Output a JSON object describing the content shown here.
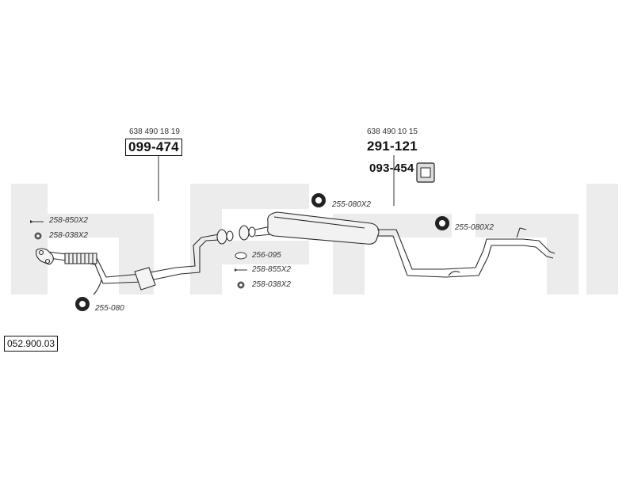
{
  "parts": {
    "front_pipe_pn": "638 490 18 19",
    "front_pipe_code": "099-474",
    "rear_box_pn": "638 490 10 15",
    "rear_box_code": "291-121",
    "hanger_code": "093-454"
  },
  "fittings": {
    "bolt_left": "258-850X2",
    "nut_left": "258-038X2",
    "clamp_bottom": "255-080",
    "clamp_mid": "255-080X2",
    "clamp_right": "255-080X2",
    "gasket": "256-095",
    "bolt_mid": "258-855X2",
    "nut_mid": "258-038X2"
  },
  "document": {
    "number": "052.900.03"
  },
  "colors": {
    "watermark": "#ececec",
    "line": "#2a2a2a"
  }
}
